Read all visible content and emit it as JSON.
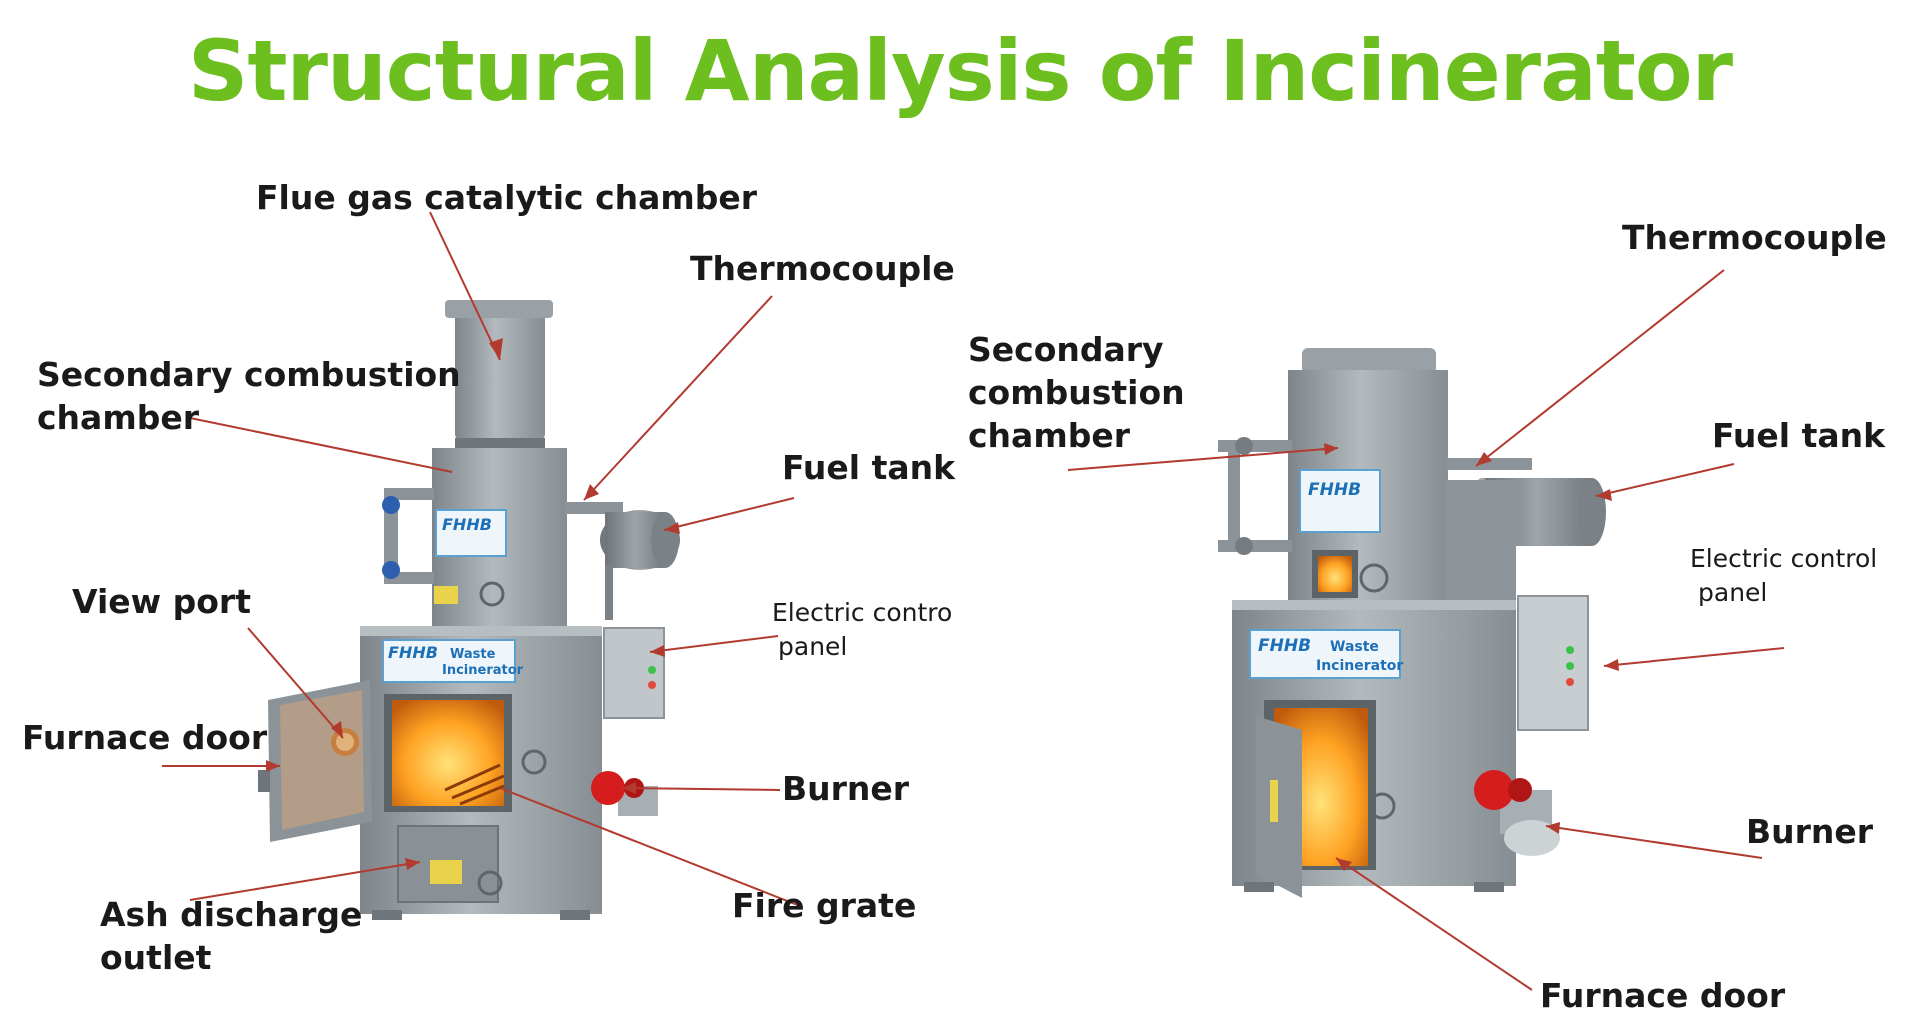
{
  "title": "Structural Analysis of Incinerator",
  "colors": {
    "title": "#6cbf1e",
    "leader": "#b23a2e",
    "body_metal": "#9aa2a7",
    "fire": "#ff9d1a",
    "burner": "#d61d1d",
    "brand": "#1d6fb8"
  },
  "badge": {
    "brand": "FHHB",
    "line1": "Waste",
    "line2": "Incinerator"
  },
  "left_labels": {
    "flue_gas": "Flue gas catalytic chamber",
    "thermocouple": "Thermocouple",
    "secondary_1": "Secondary combustion",
    "secondary_2": "chamber",
    "fuel_tank": "Fuel tank",
    "view_port": "View port",
    "electric_1": "Electric contro",
    "electric_2": "panel",
    "furnace_door": "Furnace door",
    "burner": "Burner",
    "fire_grate": "Fire grate",
    "ash_1": "Ash discharge",
    "ash_2": "outlet"
  },
  "right_labels": {
    "thermocouple": "Thermocouple",
    "secondary_1": "Secondary",
    "secondary_2": "combustion",
    "secondary_3": "chamber",
    "fuel_tank": "Fuel tank",
    "electric_1": "Electric control",
    "electric_2": "panel",
    "burner": "Burner",
    "furnace_door": "Furnace door"
  }
}
